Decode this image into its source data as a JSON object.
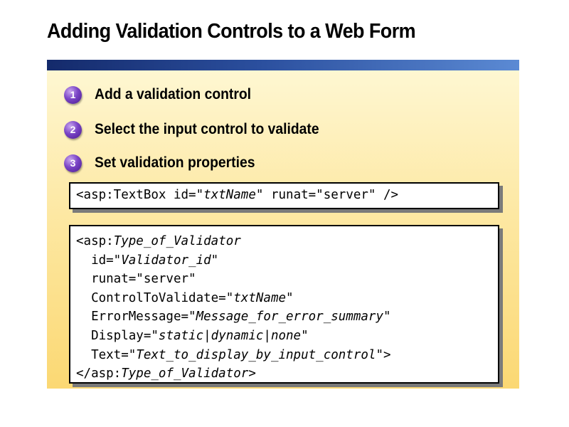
{
  "slide": {
    "title": "Adding Validation Controls to a Web Form",
    "steps": [
      {
        "number": "1",
        "label": "Add a validation control"
      },
      {
        "number": "2",
        "label": "Select the input control to validate"
      },
      {
        "number": "3",
        "label": "Set validation properties"
      }
    ],
    "code1": {
      "a": "<asp:TextBox id=\"",
      "b": "txtName",
      "c": "\" runat=\"server\" />"
    },
    "code2": {
      "l1a": "<asp:",
      "l1b": "Type_of_Validator",
      "l2a": "  id=\"",
      "l2b": "Validator_id",
      "l2c": "\"",
      "l3": "  runat=\"server\"",
      "l4a": "  ControlToValidate=\"",
      "l4b": "txtName",
      "l4c": "\"",
      "l5a": "  ErrorMessage=\"",
      "l5b": "Message_for_error_summary",
      "l5c": "\"",
      "l6a": "  Display=\"",
      "l6b": "static|dynamic|none",
      "l6c": "\"",
      "l7a": "  Text=\"",
      "l7b": "Text_to_display_by_input_control",
      "l7c": "\">",
      "l8a": "</asp:",
      "l8b": "Type_of_Validator",
      "l8c": ">"
    },
    "colors": {
      "header_bar_dark": "#142a6b",
      "header_bar_light": "#5b8ad4",
      "panel_top": "#fef7d2",
      "panel_bottom": "#fbd873",
      "bullet": "#7a44c6"
    }
  }
}
